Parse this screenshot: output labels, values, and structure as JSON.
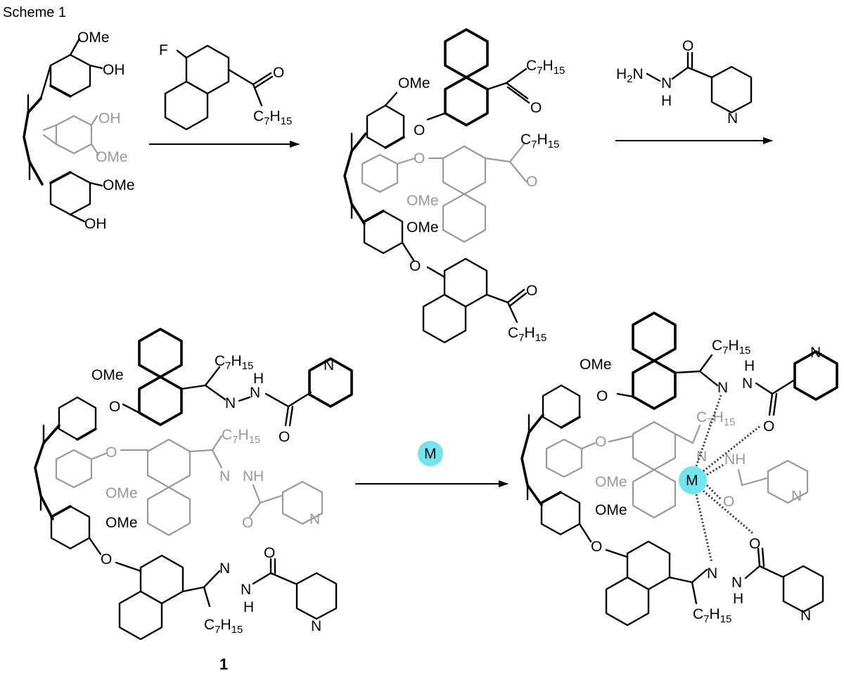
{
  "scheme_title": "Scheme 1",
  "compound_label": "1",
  "metal_symbol": "M",
  "colors": {
    "metal": "#6fe6ee",
    "foreground": "#000000",
    "background_ring": "#999999"
  },
  "labels": {
    "ome": "OMe",
    "oh": "OH",
    "o": "O",
    "f": "F",
    "n": "N",
    "nh": "NH",
    "h": "H",
    "hydrazide_head": "H",
    "c7": "C",
    "c7_sub_7": "7",
    "h15": "H",
    "h15_sub": "15",
    "h2": "2"
  }
}
